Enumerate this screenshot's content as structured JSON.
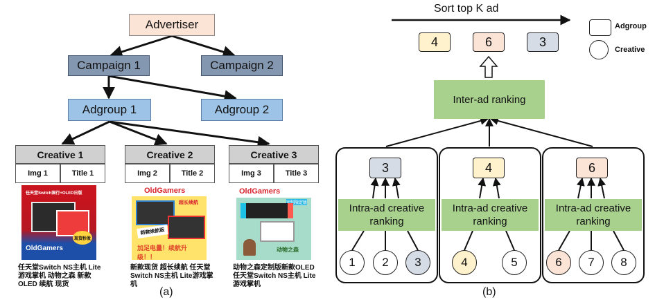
{
  "panel_a": {
    "advertiser": "Advertiser",
    "campaign1": "Campaign 1",
    "campaign2": "Campaign 2",
    "adgroup1": "Adgroup  1",
    "adgroup2": "Adgroup 2",
    "creatives": [
      {
        "title": "Creative  1",
        "img": "Img 1",
        "text": "Title  1",
        "caption": "任天堂Switch NS主机 Lite 游戏掌机 动物之森 新款 OLED 续航 现货"
      },
      {
        "title": "Creative  2",
        "img": "Img 2",
        "text": "Title  2",
        "caption": "新款现货 超长续航 任天堂 Switch NS主机 Lite游戏掌机"
      },
      {
        "title": "Creative  3",
        "img": "Img 3",
        "text": "Title  3",
        "caption": "动物之森定制版新款OLED任天堂Switch NS主机 Lite游戏掌机"
      }
    ],
    "image_texts": {
      "img1_header": "任天堂Switch国行+OLED日版",
      "img1_brand": "OldGamers",
      "img1_badge": "现货秒发",
      "img2_brand": "OldGamers",
      "img2_badge": "超长续航",
      "img2_banner": "新款续航版",
      "img2_bottom": "加足电量！续航升级！！",
      "img3_brand": "OldGamers",
      "img3_badge": "定制限定版",
      "img3_bottom": "动物之森"
    },
    "sub_label": "(a)"
  },
  "panel_b": {
    "sort_label": "Sort top K ad",
    "legend": {
      "adgroup": "Adgroup",
      "creative": "Creative"
    },
    "top_ads": [
      "4",
      "6",
      "3"
    ],
    "inter_ad": "Inter-ad ranking",
    "groups": [
      {
        "winner": "3",
        "ranking": "Intra-ad creative ranking",
        "creatives": [
          "1",
          "2",
          "3"
        ]
      },
      {
        "winner": "4",
        "ranking": "Intra-ad creative ranking",
        "creatives": [
          "4",
          "5"
        ]
      },
      {
        "winner": "6",
        "ranking": "Intra-ad creative ranking",
        "creatives": [
          "6",
          "7",
          "8"
        ]
      }
    ],
    "sub_label": "(b)"
  },
  "colors": {
    "peach": "#fbe3d6",
    "yellow": "#fff2cc",
    "blue": "#d6dce5",
    "green": "#a9d18e",
    "campaign": "#8497b0",
    "adgroup": "#9dc3e6"
  }
}
